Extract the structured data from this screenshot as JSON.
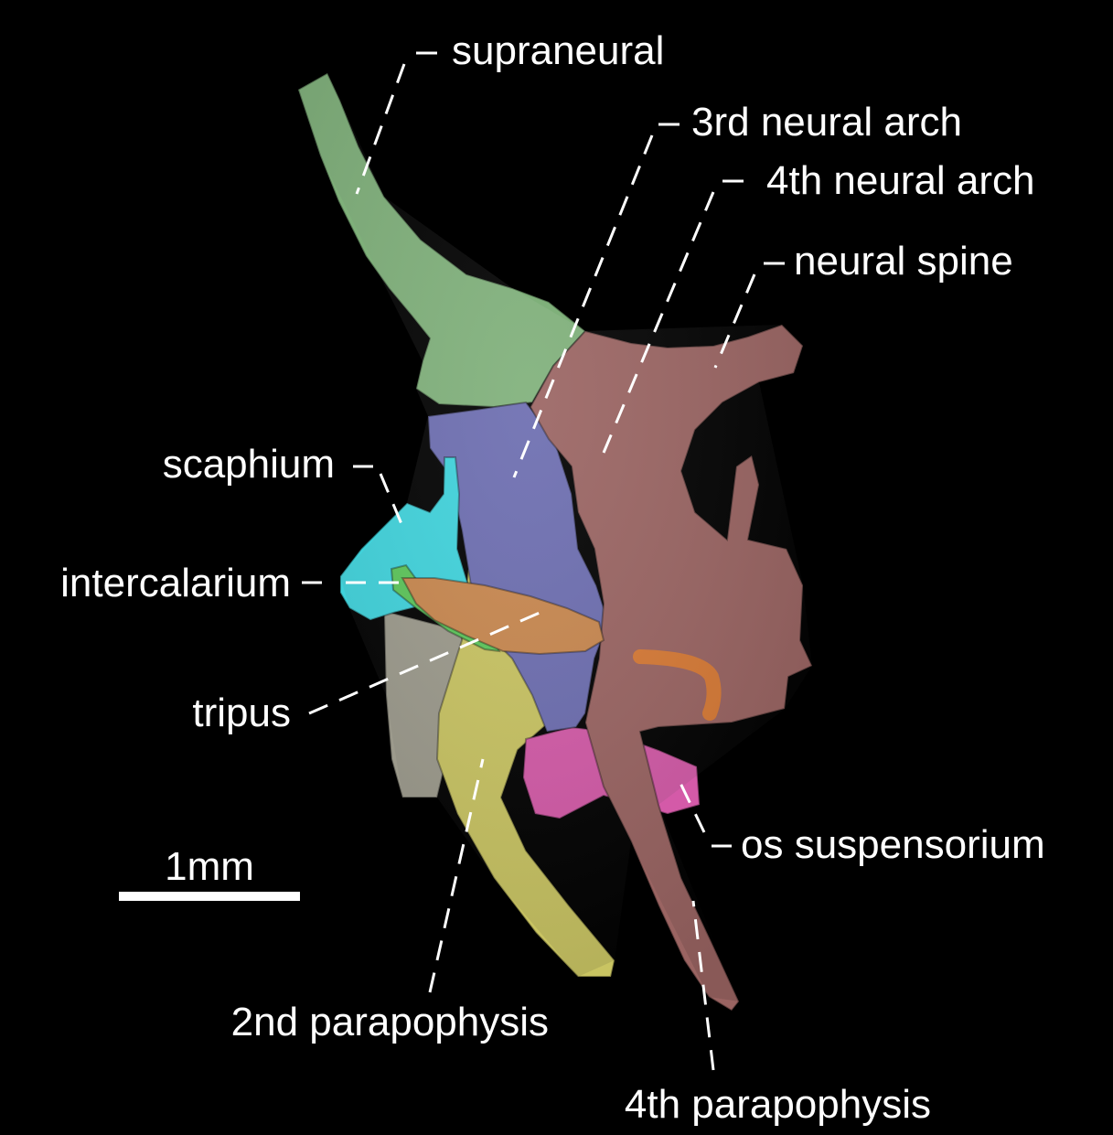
{
  "labels": {
    "supraneural": "supraneural",
    "neural_arch_3": "3rd neural arch",
    "neural_arch_4": "4th neural arch",
    "neural_spine": "neural spine",
    "scaphium": "scaphium",
    "intercalarium": "intercalarium",
    "tripus": "tripus",
    "os_suspensorium": "os suspensorium",
    "parapophysis_2": "2nd parapophysis",
    "parapophysis_4": "4th parapophysis"
  },
  "scale_bar": {
    "label": "1mm"
  },
  "colors": {
    "background": "#000000",
    "supraneural": "#7fb07a",
    "neural_arch_3": "#6c6db0",
    "neural_arch_4": "#9a6462",
    "scaphium": "#3fd3dc",
    "intercalarium": "#5cc65a",
    "tripus": "#c8874e",
    "os_suspensorium": "#d87a35",
    "parapophysis_2": "#c9c462",
    "centrum": "#9c9a8c",
    "pink_element": "#d45aa8",
    "leader": "#ffffff"
  }
}
